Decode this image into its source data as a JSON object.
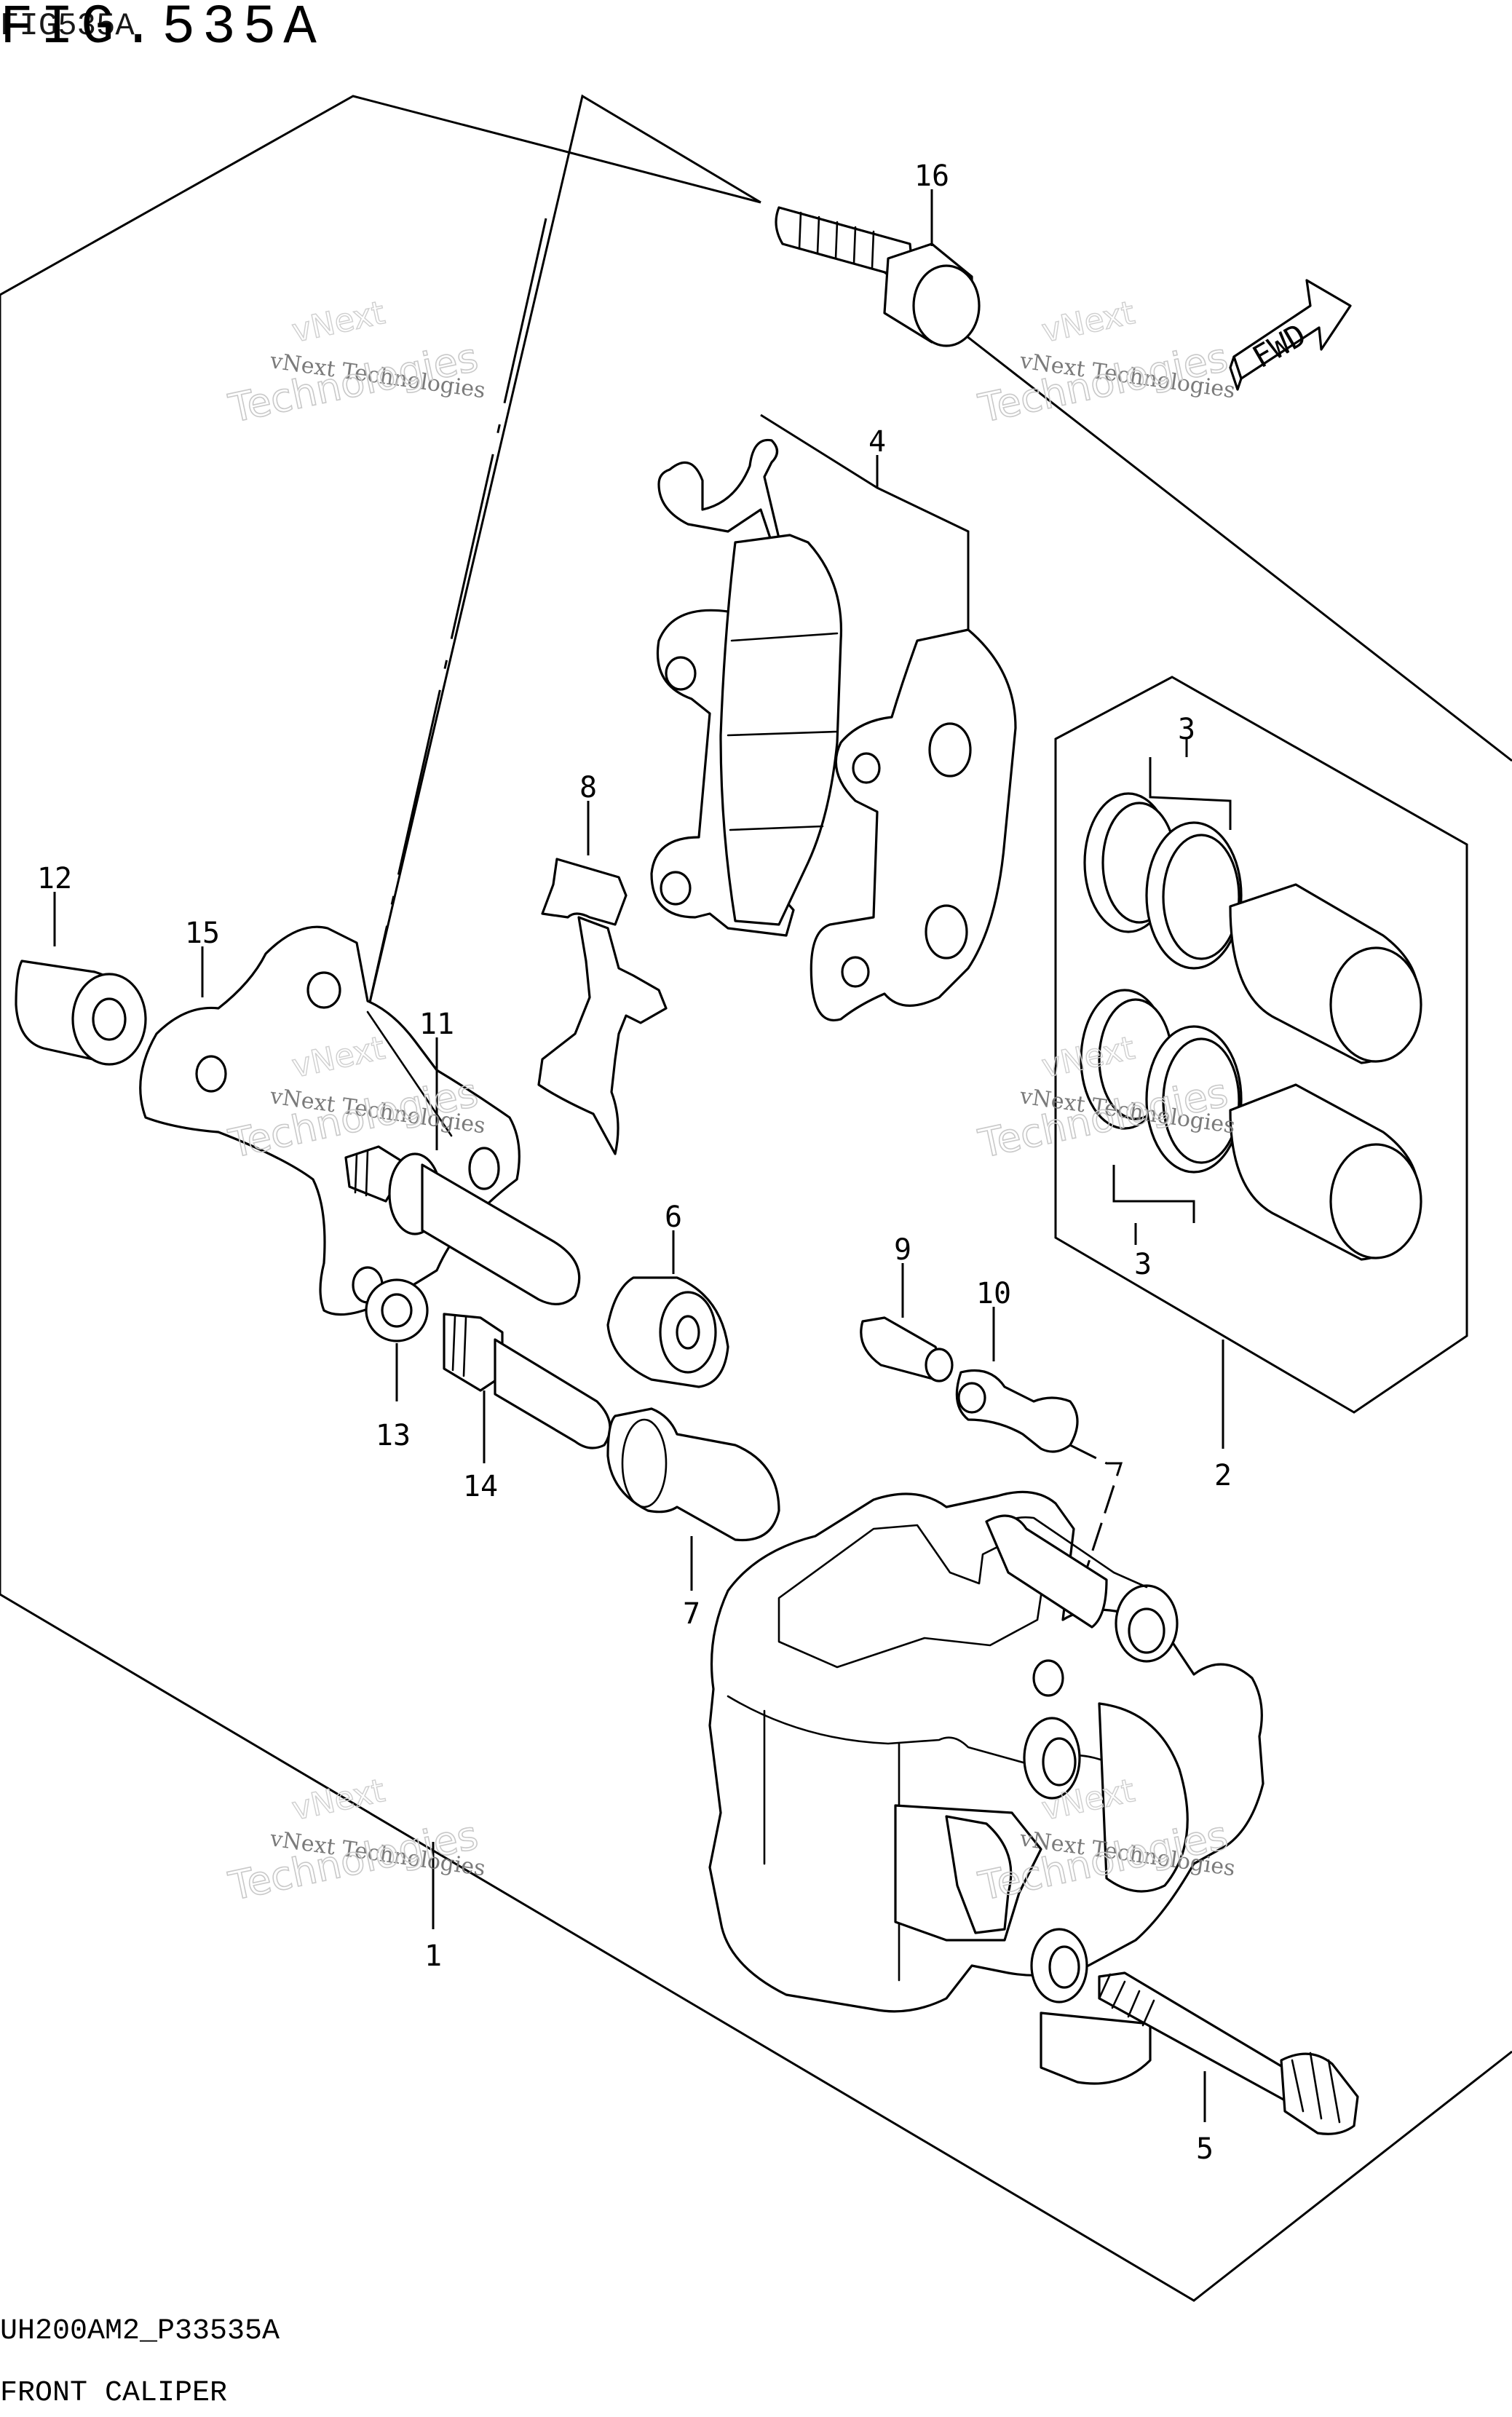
{
  "figure": {
    "title": "FIG.535A",
    "subtitle": "FIG535A"
  },
  "footer": {
    "code": "UH200AM2_P33535A",
    "title": "FRONT CALIPER"
  },
  "direction_tag": "FWD",
  "watermarks": [
    {
      "brand": "vNext",
      "company": "vNext Technologies",
      "word": "Technologies"
    },
    {
      "brand": "vNext",
      "company": "vNext Technologies",
      "word": "Technologies"
    },
    {
      "brand": "vNext",
      "company": "vNext Technologies",
      "word": "Technologies"
    },
    {
      "brand": "vNext",
      "company": "vNext Technologies",
      "word": "Technologies"
    },
    {
      "brand": "vNext",
      "company": "vNext Technologies",
      "word": "Technologies"
    },
    {
      "brand": "vNext",
      "company": "vNext Technologies",
      "word": "Technologies"
    }
  ],
  "callouts": {
    "c1": "1",
    "c2": "2",
    "c3a": "3",
    "c3b": "3",
    "c4": "4",
    "c5": "5",
    "c6": "6",
    "c7": "7",
    "c8": "8",
    "c9": "9",
    "c10": "10",
    "c11": "11",
    "c12": "12",
    "c13": "13",
    "c14": "14",
    "c15": "15",
    "c16": "16"
  },
  "colors": {
    "line": "#000000",
    "background": "#ffffff",
    "watermark": "#9a9a9a"
  }
}
